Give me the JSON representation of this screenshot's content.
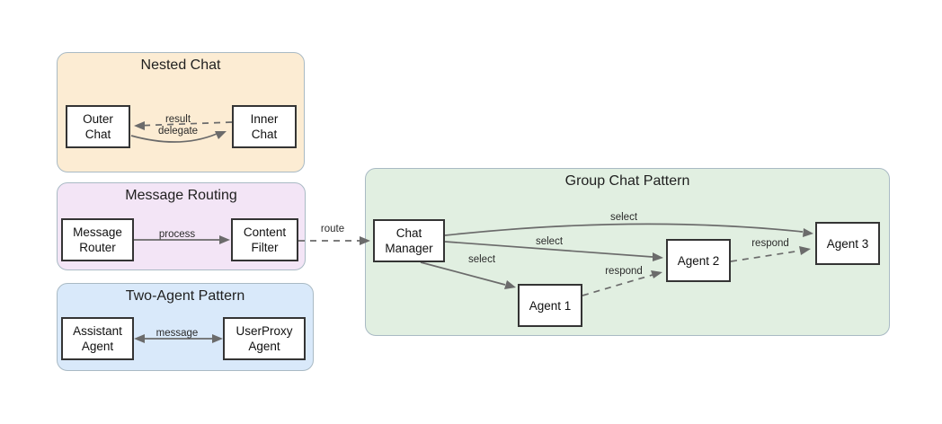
{
  "diagram": {
    "clusters": {
      "nested": {
        "title": "Nested Chat",
        "fill": "#fcecd3"
      },
      "routing": {
        "title": "Message Routing",
        "fill": "#f3e5f6"
      },
      "two_agent": {
        "title": "Two-Agent Pattern",
        "fill": "#d9e9fa"
      },
      "group": {
        "title": "Group Chat Pattern",
        "fill": "#e1efe1"
      }
    },
    "nodes": {
      "outer_chat": {
        "label": "Outer\nChat"
      },
      "inner_chat": {
        "label": "Inner\nChat"
      },
      "message_router": {
        "label": "Message\nRouter"
      },
      "content_filter": {
        "label": "Content\nFilter"
      },
      "assistant_agent": {
        "label": "Assistant\nAgent"
      },
      "userproxy_agent": {
        "label": "UserProxy\nAgent"
      },
      "chat_manager": {
        "label": "Chat\nManager"
      },
      "agent1": {
        "label": "Agent 1"
      },
      "agent2": {
        "label": "Agent 2"
      },
      "agent3": {
        "label": "Agent 3"
      }
    },
    "edges": {
      "result": {
        "label": "result",
        "from": "Inner Chat",
        "to": "Outer Chat",
        "style": "dashed"
      },
      "delegate": {
        "label": "delegate",
        "from": "Outer Chat",
        "to": "Inner Chat",
        "style": "solid"
      },
      "process": {
        "label": "process",
        "from": "Message Router",
        "to": "Content Filter",
        "style": "solid"
      },
      "message": {
        "label": "message",
        "from": "Assistant Agent",
        "to": "UserProxy Agent",
        "style": "solid",
        "bidirectional": true
      },
      "route": {
        "label": "route",
        "from": "Content Filter",
        "to": "Chat Manager",
        "style": "dashed"
      },
      "select_a3": {
        "label": "select",
        "from": "Chat Manager",
        "to": "Agent 3",
        "style": "solid"
      },
      "select_a2": {
        "label": "select",
        "from": "Chat Manager",
        "to": "Agent 2",
        "style": "solid"
      },
      "select_a1": {
        "label": "select",
        "from": "Chat Manager",
        "to": "Agent 1",
        "style": "solid"
      },
      "respond_a1_a2": {
        "label": "respond",
        "from": "Agent 1",
        "to": "Agent 2",
        "style": "dashed"
      },
      "respond_a2_a3": {
        "label": "respond",
        "from": "Agent 2",
        "to": "Agent 3",
        "style": "dashed"
      }
    },
    "colors": {
      "cluster_border": "#a9bac4",
      "node_border": "#343434",
      "node_fill": "#ffffff",
      "edge": "#6b6b6b",
      "text": "#1f1f1f",
      "background": "#ffffff"
    }
  }
}
